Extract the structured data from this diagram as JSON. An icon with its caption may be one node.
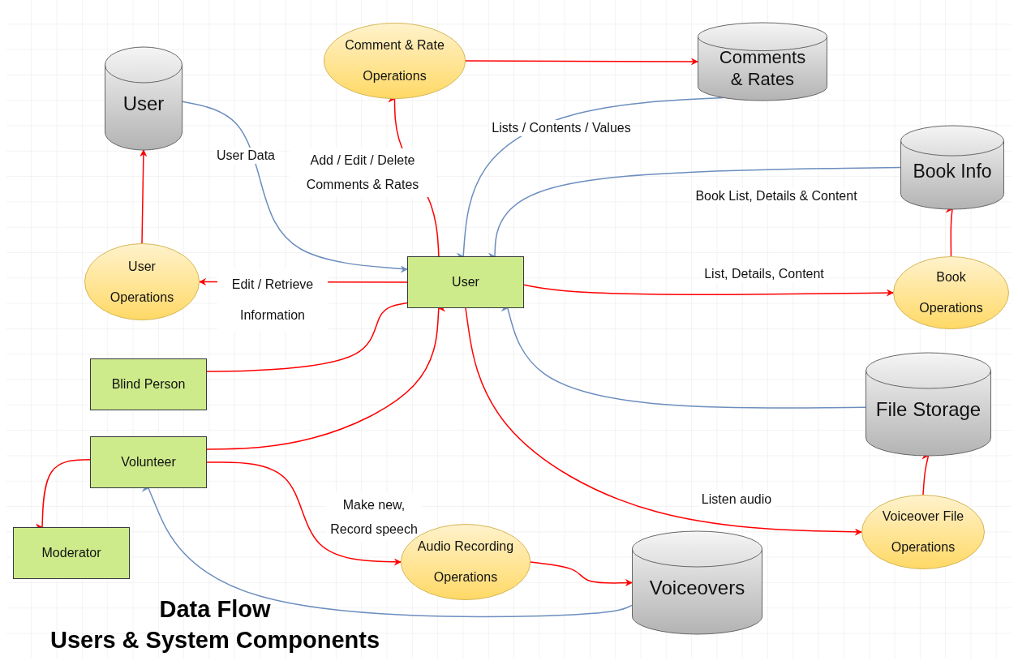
{
  "diagram": {
    "title": "Data Flow Users & System Components",
    "nodes": [
      {
        "text": [
          "User"
        ]
      },
      {
        "text": [
          "Comment & Rate Operations"
        ]
      },
      {
        "text": [
          "Comments & Rates"
        ]
      },
      {
        "text": [
          "Book Info"
        ]
      },
      {
        "text": [
          "User Operations"
        ]
      },
      {
        "text": [
          "User"
        ]
      },
      {
        "text": [
          "Book Operations"
        ]
      },
      {
        "text": [
          "Blind Person"
        ]
      },
      {
        "text": [
          "File Storage"
        ]
      },
      {
        "text": [
          "Volunteer"
        ]
      },
      {
        "text": [
          "Moderator"
        ]
      },
      {
        "text": [
          "Audio Recording Operations"
        ]
      },
      {
        "text": [
          "Voiceovers"
        ]
      },
      {
        "text": [
          "Voiceover File Operations"
        ]
      }
    ],
    "edges": [
      {
        "from": 0,
        "to": 5,
        "arrow": "to",
        "label": "User Data",
        "color": "#6c8ebf"
      },
      {
        "from": 5,
        "to": 1,
        "arrow": "to",
        "label": "Add / Edit / Delete Comments & Rates"
      },
      {
        "from": 1,
        "to": 2,
        "arrow": "to"
      },
      {
        "from": 2,
        "to": 5,
        "arrow": "to",
        "label": "Lists / Contents / Values",
        "color": "#6c8ebf"
      },
      {
        "from": 3,
        "to": 5,
        "arrow": "to",
        "label": "Book List, Details & Content",
        "color": "#6c8ebf"
      },
      {
        "from": 5,
        "to": 4,
        "arrow": "to",
        "label": "Edit / Retrieve Information"
      },
      {
        "from": 4,
        "to": 0,
        "arrow": "to"
      },
      {
        "from": 5,
        "to": 6,
        "arrow": "to",
        "label": "List, Details, Content"
      },
      {
        "from": 6,
        "to": 3,
        "arrow": "to"
      },
      {
        "from": 5,
        "to": 7,
        "arrow": "both"
      },
      {
        "from": 5,
        "to": 9,
        "arrow": "both"
      },
      {
        "from": 9,
        "to": 10,
        "arrow": "both"
      },
      {
        "from": 8,
        "to": 5,
        "arrow": "to",
        "color": "#6c8ebf"
      },
      {
        "from": 5,
        "to": 13,
        "arrow": "to",
        "label": "Listen audio"
      },
      {
        "from": 13,
        "to": 8,
        "arrow": "to"
      },
      {
        "from": 9,
        "to": 11,
        "arrow": "to",
        "label": "Make new, Record speech"
      },
      {
        "from": 11,
        "to": 12,
        "arrow": "to"
      },
      {
        "from": 12,
        "to": 9,
        "arrow": "to",
        "color": "#6c8ebf"
      }
    ]
  }
}
